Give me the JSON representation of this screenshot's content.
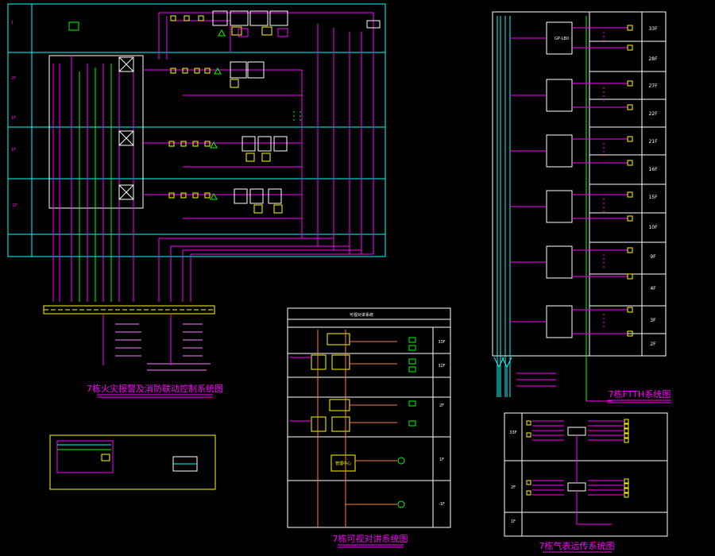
{
  "titles": {
    "fire_alarm": "7栋火灾报警及消防联动控制系统图",
    "fiber": "7栋FTTH系统图",
    "intercom": "7栋可视对讲系统图",
    "gas": "7栋气表远传系统图"
  },
  "fiber_floor_labels": [
    "33F",
    "28F",
    "27F",
    "22F",
    "21F",
    "16F",
    "15F",
    "10F",
    "9F",
    "4F",
    "3F",
    "2F"
  ],
  "fiber_box_label": "GP-LB0",
  "intercom_floor_labels": [
    "33F",
    "32F",
    "2F",
    "1F",
    "-1F"
  ],
  "intercom_header": "可视对讲系统",
  "intercom_device": "管理中心",
  "gas_floor_labels": [
    "33F",
    "2F",
    "1F"
  ],
  "colors": {
    "background": "#000000",
    "magenta": "#ff00ff",
    "cyan": "#00ffff",
    "green": "#00ff00",
    "yellow": "#ffff00",
    "white": "#ffffff",
    "orange": "#ff8040",
    "pink": "#ff80ff"
  }
}
